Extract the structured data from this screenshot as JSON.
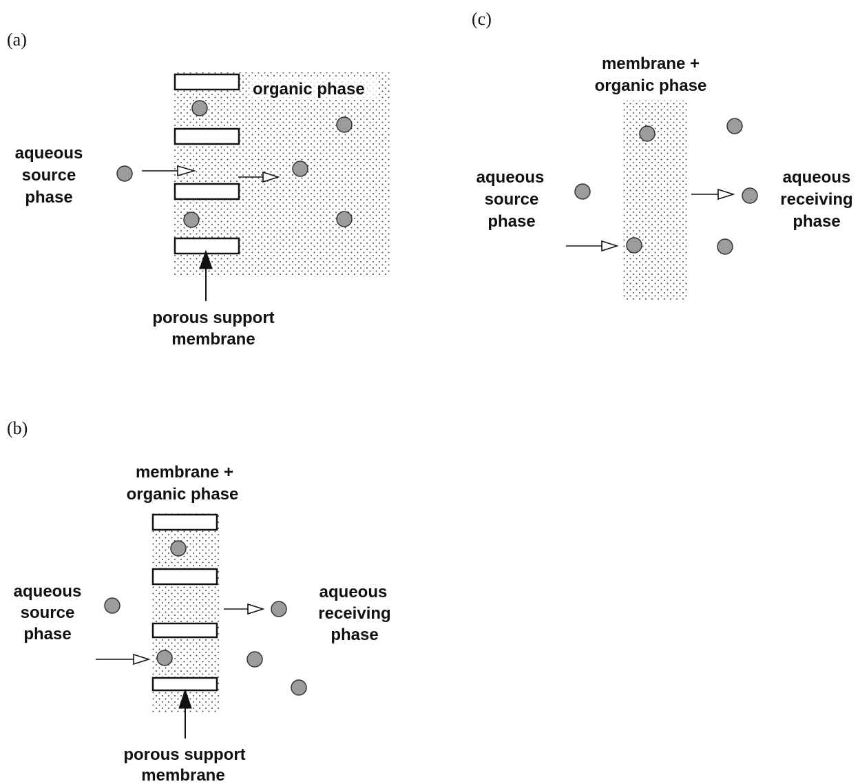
{
  "panels": {
    "a": {
      "label": "(a)",
      "organic_phase": "organic phase",
      "source": [
        "aqueous",
        "source",
        "phase"
      ],
      "support": [
        "porous support",
        "membrane"
      ]
    },
    "b": {
      "label": "(b)",
      "membrane_phase": [
        "membrane +",
        "organic phase"
      ],
      "source": [
        "aqueous",
        "source",
        "phase"
      ],
      "receiving": [
        "aqueous",
        "receiving",
        "phase"
      ],
      "support": [
        "porous support",
        "membrane"
      ]
    },
    "c": {
      "label": "(c)",
      "membrane_phase": [
        "membrane +",
        "organic phase"
      ],
      "source": [
        "aqueous",
        "source",
        "phase"
      ],
      "receiving": [
        "aqueous",
        "receiving",
        "phase"
      ]
    }
  },
  "colors": {
    "particle": "#9c9c9c",
    "stroke": "#111111",
    "dots": "#444444"
  }
}
